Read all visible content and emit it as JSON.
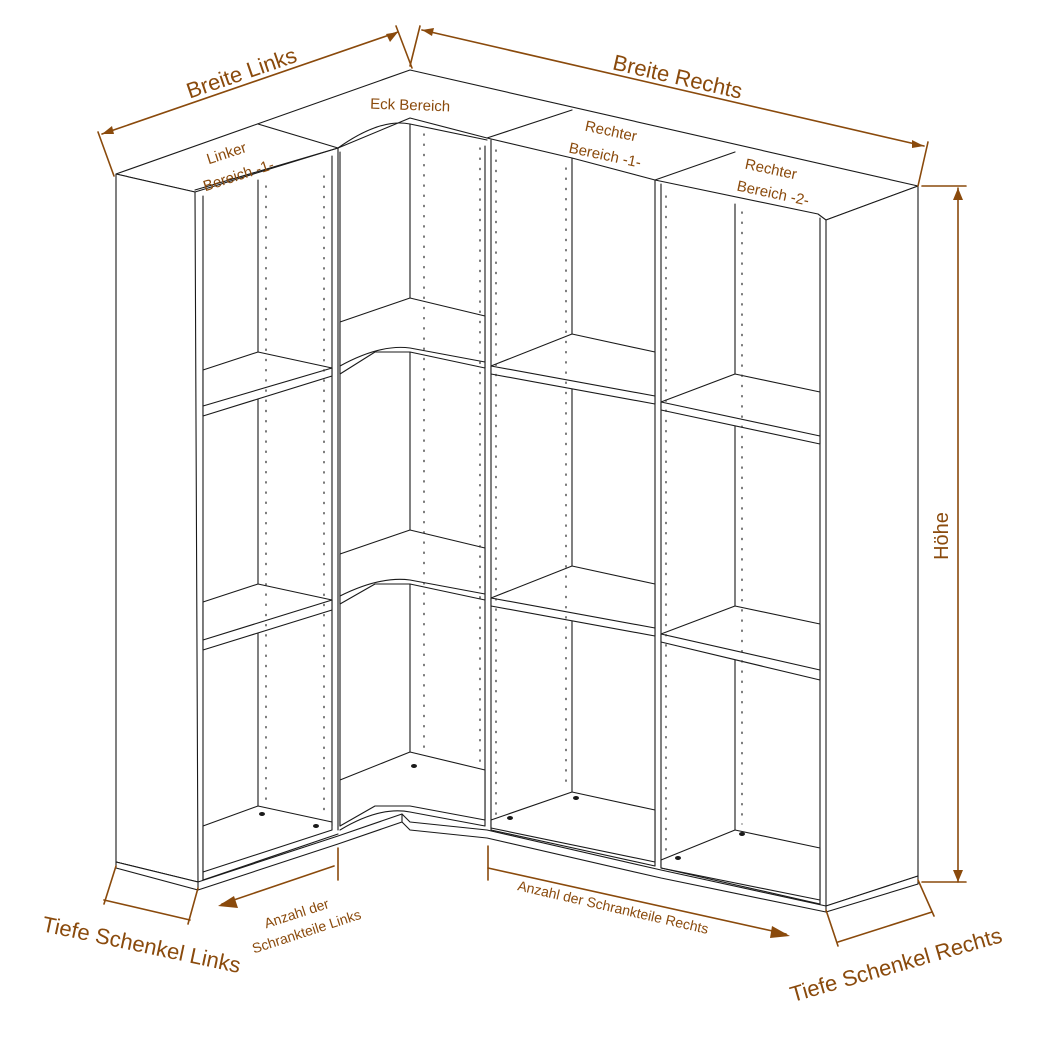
{
  "dimensions": {
    "width_left": "Breite Links",
    "width_right": "Breite Rechts",
    "height": "Höhe",
    "depth_left": "Tiefe Schenkel Links",
    "depth_right": "Tiefe Schenkel Rechts"
  },
  "sections": {
    "corner": "Eck Bereich",
    "left_1_line1": "Linker",
    "left_1_line2": "Bereich -1-",
    "right_1_line1": "Rechter",
    "right_1_line2": "Bereich -1-",
    "right_2_line1": "Rechter",
    "right_2_line2": "Bereich -2-"
  },
  "counts": {
    "left_line1": "Anzahl der",
    "left_line2": "Schrankteile Links",
    "right": "Anzahl der Schrankteile Rechts"
  },
  "colors": {
    "annotation": "#8a4a0c",
    "linework": "#1a1a1a"
  }
}
